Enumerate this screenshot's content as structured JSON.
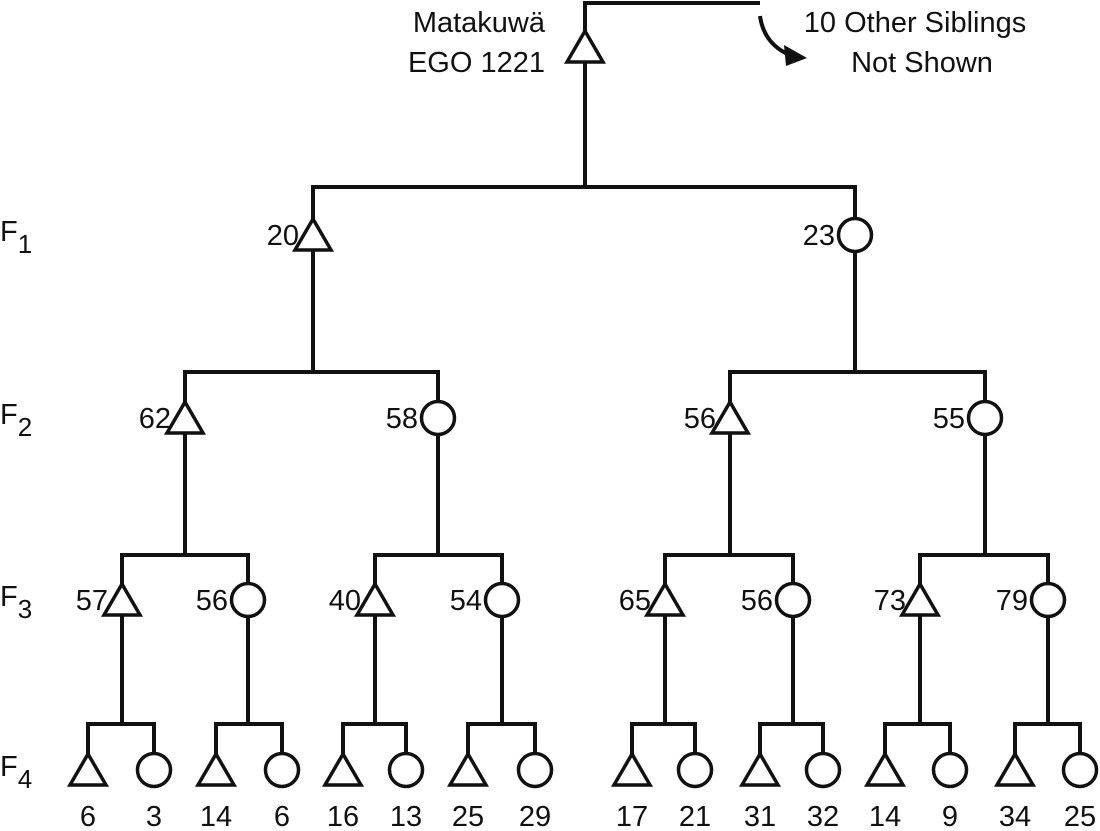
{
  "ego": {
    "name": "Matakuwä",
    "id_label": "EGO 1221",
    "sex": "male"
  },
  "siblings_note": {
    "line1": "10 Other Siblings",
    "line2": "Not Shown"
  },
  "generations": [
    {
      "letter": "F",
      "sub": "1"
    },
    {
      "letter": "F",
      "sub": "2"
    },
    {
      "letter": "F",
      "sub": "3"
    },
    {
      "letter": "F",
      "sub": "4"
    }
  ],
  "tree": {
    "children": [
      {
        "label": "20",
        "sex": "male",
        "children": [
          {
            "label": "62",
            "sex": "male",
            "children": [
              {
                "label": "57",
                "sex": "male",
                "children": [
                  {
                    "label": "6",
                    "sex": "male"
                  },
                  {
                    "label": "3",
                    "sex": "female"
                  }
                ]
              },
              {
                "label": "56",
                "sex": "female",
                "children": [
                  {
                    "label": "14",
                    "sex": "male"
                  },
                  {
                    "label": "6",
                    "sex": "female"
                  }
                ]
              }
            ]
          },
          {
            "label": "58",
            "sex": "female",
            "children": [
              {
                "label": "40",
                "sex": "male",
                "children": [
                  {
                    "label": "16",
                    "sex": "male"
                  },
                  {
                    "label": "13",
                    "sex": "female"
                  }
                ]
              },
              {
                "label": "54",
                "sex": "female",
                "children": [
                  {
                    "label": "25",
                    "sex": "male"
                  },
                  {
                    "label": "29",
                    "sex": "female"
                  }
                ]
              }
            ]
          }
        ]
      },
      {
        "label": "23",
        "sex": "female",
        "children": [
          {
            "label": "56",
            "sex": "male",
            "children": [
              {
                "label": "65",
                "sex": "male",
                "children": [
                  {
                    "label": "17",
                    "sex": "male"
                  },
                  {
                    "label": "21",
                    "sex": "female"
                  }
                ]
              },
              {
                "label": "56",
                "sex": "female",
                "children": [
                  {
                    "label": "31",
                    "sex": "male"
                  },
                  {
                    "label": "32",
                    "sex": "female"
                  }
                ]
              }
            ]
          },
          {
            "label": "55",
            "sex": "female",
            "children": [
              {
                "label": "73",
                "sex": "male",
                "children": [
                  {
                    "label": "14",
                    "sex": "male"
                  },
                  {
                    "label": "9",
                    "sex": "female"
                  }
                ]
              },
              {
                "label": "79",
                "sex": "female",
                "children": [
                  {
                    "label": "34",
                    "sex": "male"
                  },
                  {
                    "label": "25",
                    "sex": "female"
                  }
                ]
              }
            ]
          }
        ]
      }
    ]
  }
}
